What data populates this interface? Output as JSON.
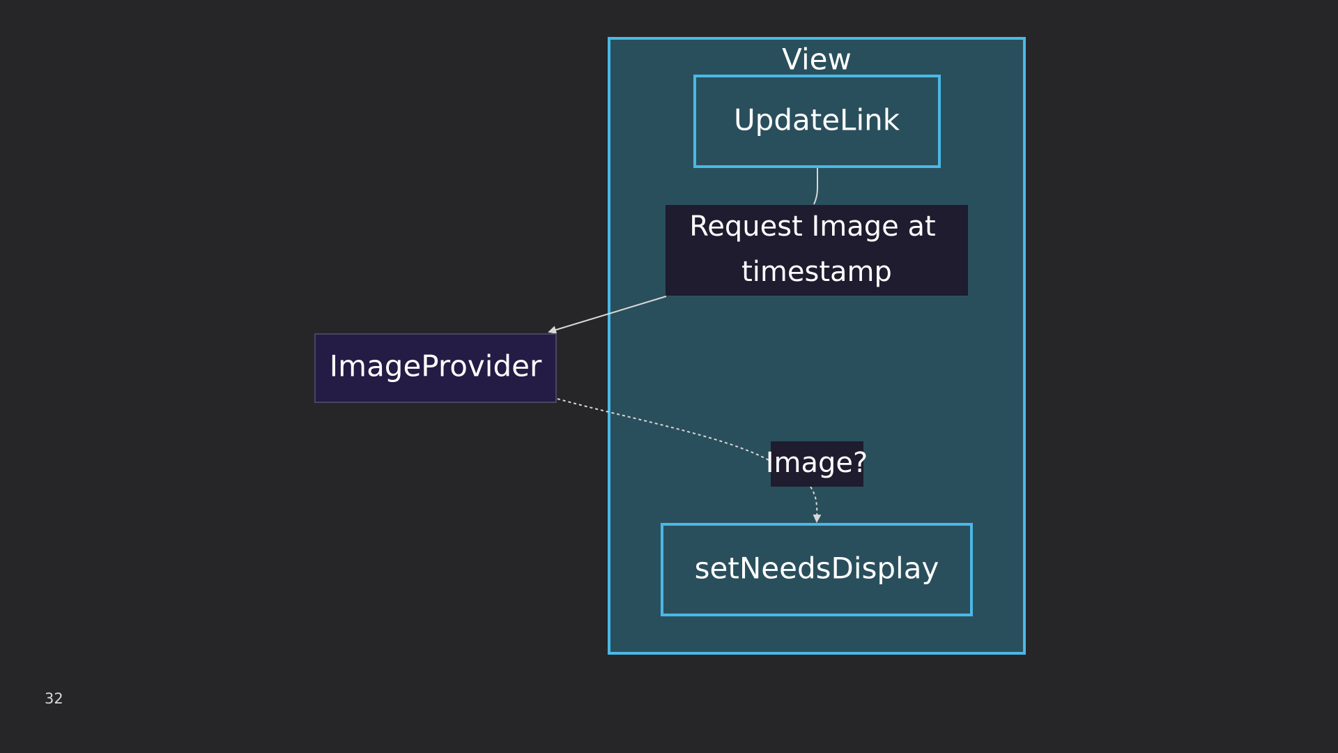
{
  "diagram": {
    "subgraph": {
      "label": "View"
    },
    "nodes": {
      "update_link": "UpdateLink",
      "set_needs_display": "setNeedsDisplay",
      "image_provider": "ImageProvider"
    },
    "edges": {
      "request_label_line1": "Request Image at",
      "request_label_line2": "timestamp",
      "image_label": "Image?"
    }
  },
  "page_number": "32",
  "colors": {
    "background": "#262628",
    "subgraph_fill": "#2a4f5c",
    "subgraph_border": "#4bb8e6",
    "node_border": "#4bb8e6",
    "label_box": "#1e1c2e",
    "provider_fill": "#241c45",
    "edge": "#d8d8d8"
  }
}
